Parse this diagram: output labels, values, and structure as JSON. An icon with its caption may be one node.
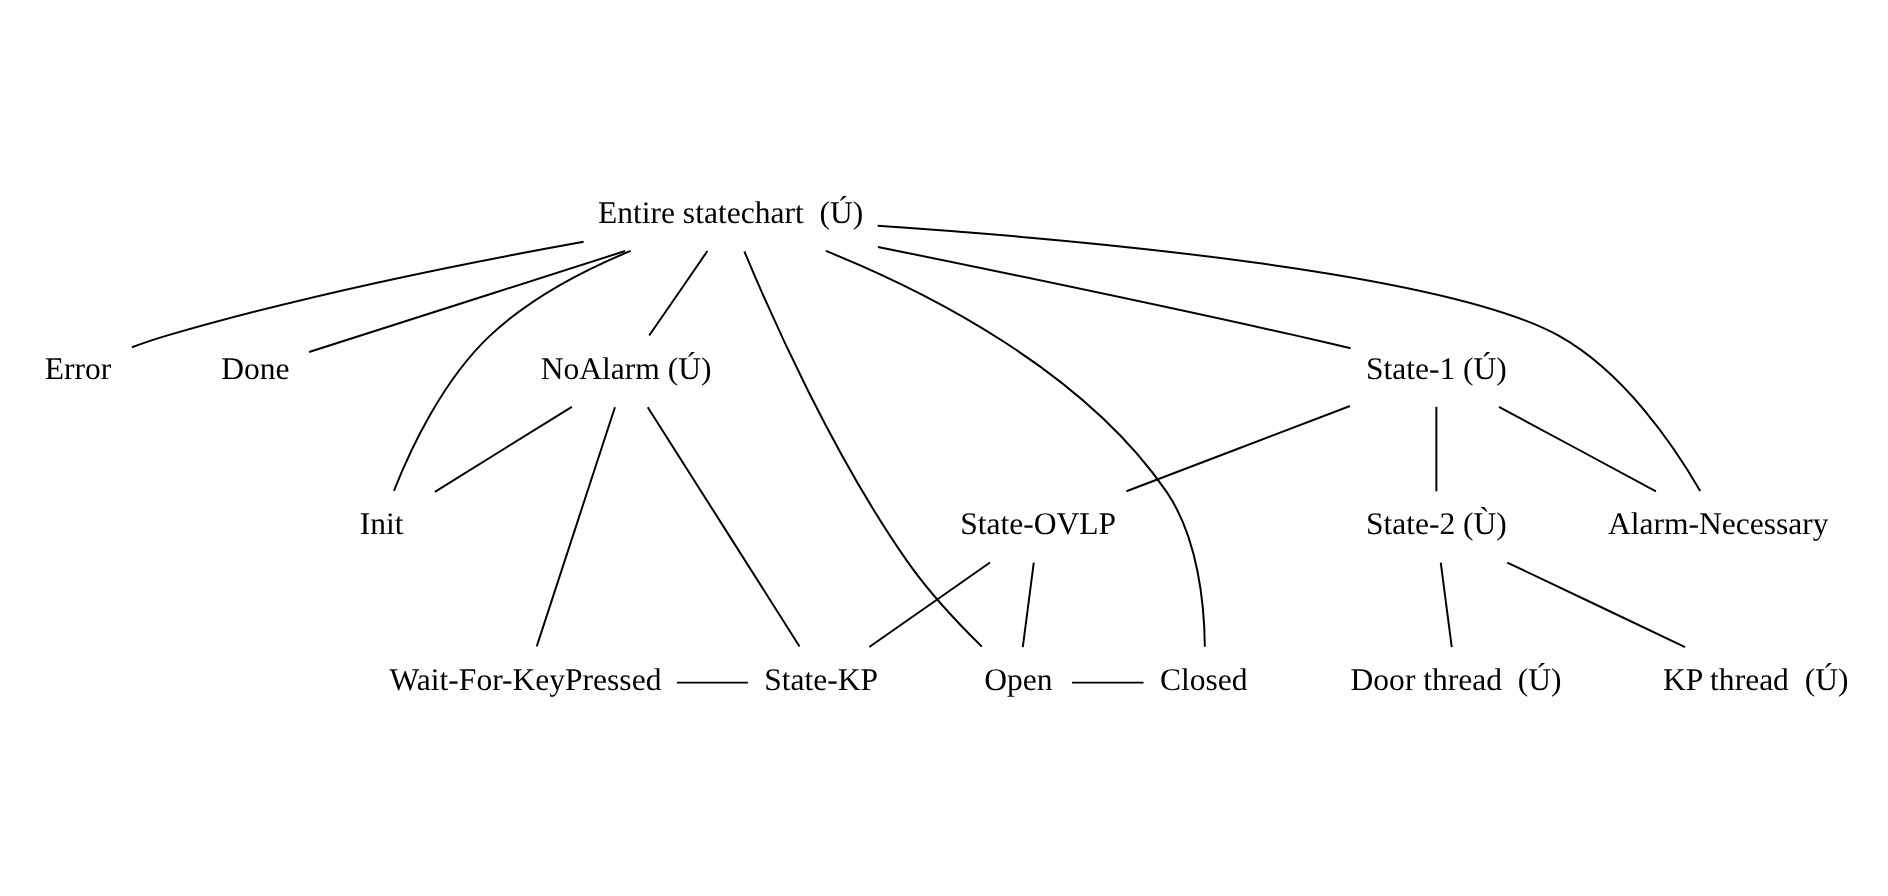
{
  "diagram": {
    "nodes": [
      {
        "text": [
          "Entire statechart  (Ú)"
        ]
      },
      {
        "text": [
          "Error"
        ]
      },
      {
        "text": [
          "Done"
        ]
      },
      {
        "text": [
          "NoAlarm (Ú)"
        ]
      },
      {
        "text": [
          "State-1 (Ú)"
        ]
      },
      {
        "text": [
          "Init"
        ]
      },
      {
        "text": [
          "State-2 (Ù)"
        ]
      },
      {
        "text": [
          "Alarm-Necessary"
        ]
      },
      {
        "text": [
          "State-OVLP"
        ]
      },
      {
        "text": [
          "Door thread  (Ú)"
        ]
      },
      {
        "text": [
          "KP thread  (Ú)"
        ]
      },
      {
        "text": [
          "Open"
        ]
      },
      {
        "text": [
          "Closed"
        ]
      },
      {
        "text": [
          "Wait-For-KeyPressed"
        ]
      },
      {
        "text": [
          "State-KP"
        ]
      }
    ],
    "edges": [
      {
        "from": 0,
        "to": 1,
        "arrow": "none"
      },
      {
        "from": 0,
        "to": 2,
        "arrow": "none"
      },
      {
        "from": 0,
        "to": 3,
        "arrow": "none"
      },
      {
        "from": 0,
        "to": 4,
        "arrow": "none"
      },
      {
        "from": 0,
        "to": 5,
        "arrow": "none"
      },
      {
        "from": 0,
        "to": 7,
        "arrow": "none"
      },
      {
        "from": 0,
        "to": 11,
        "arrow": "none"
      },
      {
        "from": 0,
        "to": 12,
        "arrow": "none"
      },
      {
        "from": 3,
        "to": 5,
        "arrow": "none"
      },
      {
        "from": 3,
        "to": 13,
        "arrow": "none"
      },
      {
        "from": 3,
        "to": 14,
        "arrow": "none"
      },
      {
        "from": 4,
        "to": 6,
        "arrow": "none"
      },
      {
        "from": 4,
        "to": 7,
        "arrow": "none"
      },
      {
        "from": 4,
        "to": 8,
        "arrow": "none"
      },
      {
        "from": 6,
        "to": 9,
        "arrow": "none"
      },
      {
        "from": 6,
        "to": 10,
        "arrow": "none"
      },
      {
        "from": 8,
        "to": 11,
        "arrow": "none"
      },
      {
        "from": 8,
        "to": 14,
        "arrow": "none"
      },
      {
        "from": 11,
        "to": 12,
        "arrow": "none"
      },
      {
        "from": 13,
        "to": 14,
        "arrow": "none"
      }
    ]
  }
}
